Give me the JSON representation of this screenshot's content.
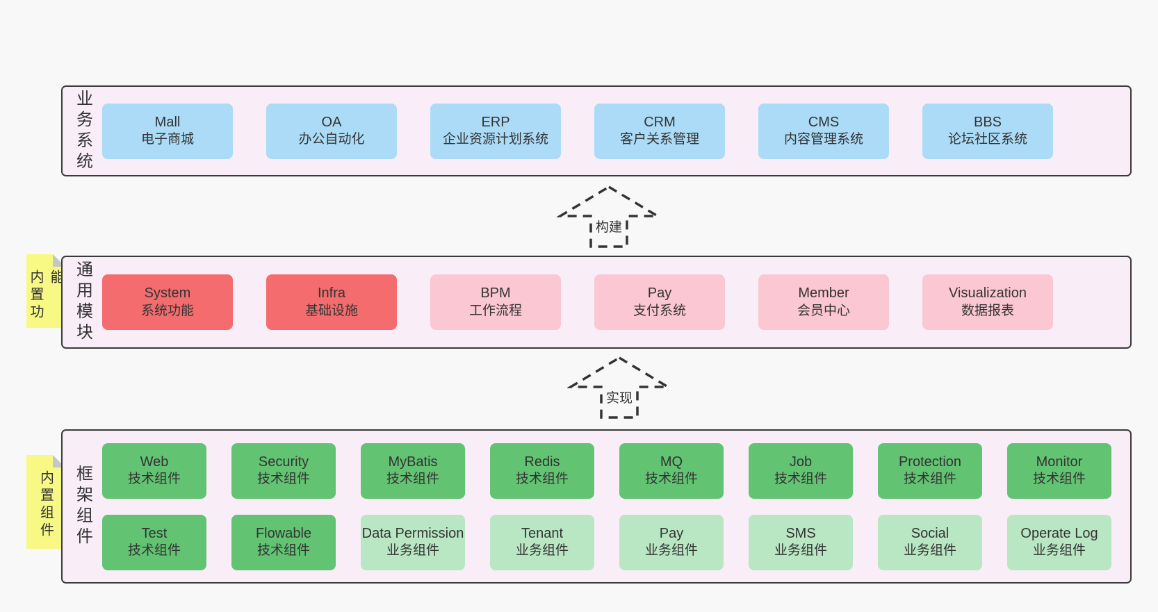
{
  "colors": {
    "page_bg": "#f8f8f8",
    "band_bg": "#f9eef8",
    "band_border": "#3a3a3a",
    "blue": "#abdbf6",
    "red": "#f46c6e",
    "pink": "#fbc7d2",
    "green": "#62c373",
    "green_light": "#b9e6c3",
    "sticky_yellow": "#f8f885",
    "fold_gray": "#c6c6c6",
    "text": "#333333"
  },
  "arrows": [
    {
      "label": "构建"
    },
    {
      "label": "实现"
    }
  ],
  "bands": [
    {
      "label": "业务系统",
      "rows": [
        [
          {
            "title": "Mall",
            "subtitle": "电子商城",
            "variant": "blue"
          },
          {
            "title": "OA",
            "subtitle": "办公自动化",
            "variant": "blue"
          },
          {
            "title": "ERP",
            "subtitle": "企业资源计划系统",
            "variant": "blue"
          },
          {
            "title": "CRM",
            "subtitle": "客户关系管理",
            "variant": "blue"
          },
          {
            "title": "CMS",
            "subtitle": "内容管理系统",
            "variant": "blue"
          },
          {
            "title": "BBS",
            "subtitle": "论坛社区系统",
            "variant": "blue"
          }
        ]
      ]
    },
    {
      "label": "通用模块",
      "sticky": "内置功能",
      "rows": [
        [
          {
            "title": "System",
            "subtitle": "系统功能",
            "variant": "red"
          },
          {
            "title": "Infra",
            "subtitle": "基础设施",
            "variant": "red"
          },
          {
            "title": "BPM",
            "subtitle": "工作流程",
            "variant": "pink"
          },
          {
            "title": "Pay",
            "subtitle": "支付系统",
            "variant": "pink"
          },
          {
            "title": "Member",
            "subtitle": "会员中心",
            "variant": "pink"
          },
          {
            "title": "Visualization",
            "subtitle": "数据报表",
            "variant": "pink"
          }
        ]
      ]
    },
    {
      "label": "框架组件",
      "sticky": "内置组件",
      "rows": [
        [
          {
            "title": "Web",
            "subtitle": "技术组件",
            "variant": "green"
          },
          {
            "title": "Security",
            "subtitle": "技术组件",
            "variant": "green"
          },
          {
            "title": "MyBatis",
            "subtitle": "技术组件",
            "variant": "green"
          },
          {
            "title": "Redis",
            "subtitle": "技术组件",
            "variant": "green"
          },
          {
            "title": "MQ",
            "subtitle": "技术组件",
            "variant": "green"
          },
          {
            "title": "Job",
            "subtitle": "技术组件",
            "variant": "green"
          },
          {
            "title": "Protection",
            "subtitle": "技术组件",
            "variant": "green"
          },
          {
            "title": "Monitor",
            "subtitle": "技术组件",
            "variant": "green"
          }
        ],
        [
          {
            "title": "Test",
            "subtitle": "技术组件",
            "variant": "green"
          },
          {
            "title": "Flowable",
            "subtitle": "技术组件",
            "variant": "green"
          },
          {
            "title": "Data Permission",
            "subtitle": "业务组件",
            "variant": "green_light"
          },
          {
            "title": "Tenant",
            "subtitle": "业务组件",
            "variant": "green_light"
          },
          {
            "title": "Pay",
            "subtitle": "业务组件",
            "variant": "green_light"
          },
          {
            "title": "SMS",
            "subtitle": "业务组件",
            "variant": "green_light"
          },
          {
            "title": "Social",
            "subtitle": "业务组件",
            "variant": "green_light"
          },
          {
            "title": "Operate Log",
            "subtitle": "业务组件",
            "variant": "green_light"
          }
        ]
      ]
    }
  ]
}
